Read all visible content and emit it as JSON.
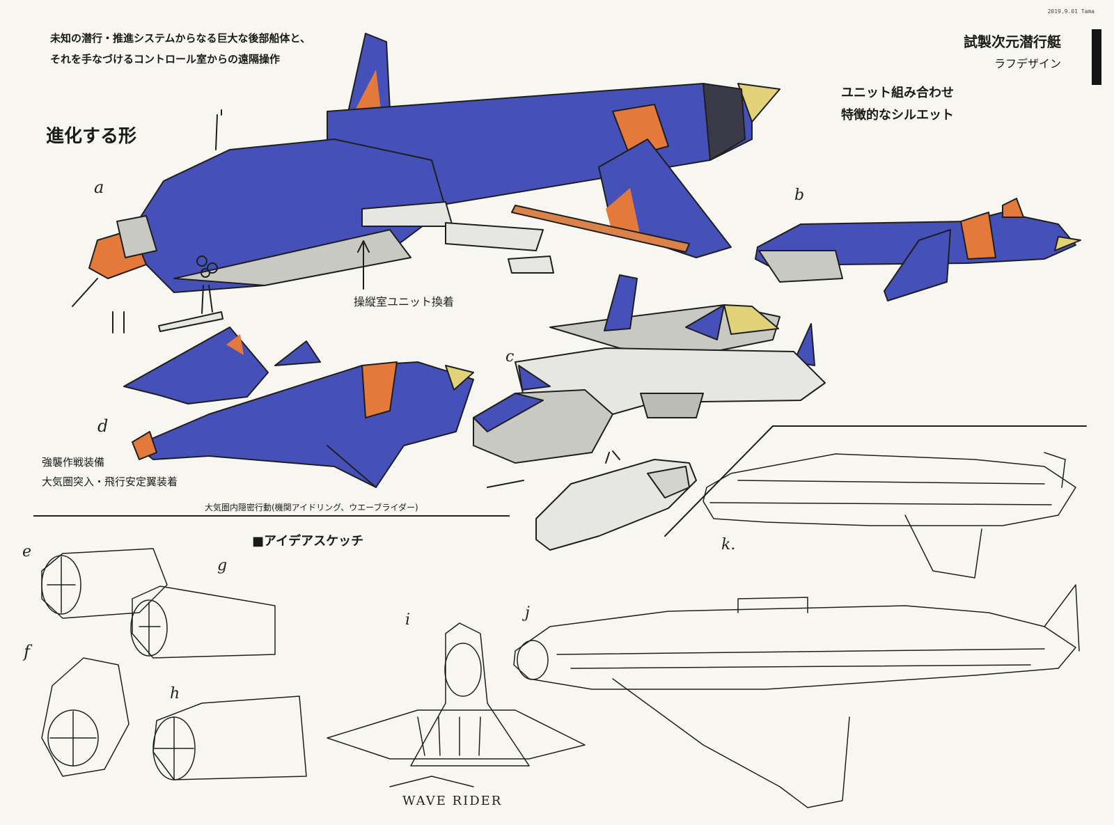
{
  "header": {
    "intro_line1": "未知の潜行・推進システムからなる巨大な後部船体と、",
    "intro_line2": "それを手なづけるコントロール室からの遠隔操作",
    "title": "試製次元潜行艇",
    "subtitle": "ラフデザイン",
    "date_note": "2019.9.01 Tama"
  },
  "notes": {
    "unit_combo": "ユニット組み合わせ",
    "silhouette": "特徴的なシルエット",
    "evolving_form": "進化する形",
    "control_unit_note": "操縦室ユニット換着",
    "assault_gear": "強襲作戦装備",
    "atmo_wings": "大気圏突入・飛行安定翼装着",
    "stealth_note": "大気圏内隠密行動(機関アイドリング、ウエーブライダー)",
    "idea_sketch": "■アイデアスケッチ",
    "wave_rider": "WAVE RIDER"
  },
  "sketch_labels": {
    "a": "a",
    "b": "b",
    "c": "c",
    "d": "d",
    "e": "e",
    "f": "f",
    "g": "g",
    "h": "h",
    "i": "i",
    "j": "j",
    "k": "k."
  },
  "colors": {
    "hull_blue": "#4550b8",
    "accent_orange": "#e3793a",
    "nose_yellow": "#e2d27a",
    "hull_grey": "#c9c9c4",
    "ink": "#1e1e1e"
  }
}
